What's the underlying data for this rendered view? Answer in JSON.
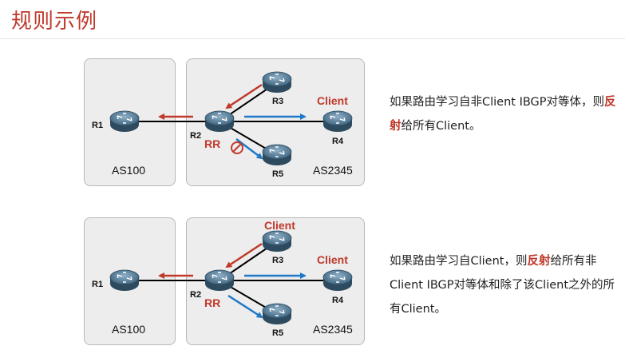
{
  "title": "规则示例",
  "colors": {
    "accent_red": "#c0392b",
    "arrow_blue": "#1f78c8",
    "box_bg": "#ededed"
  },
  "diagram1": {
    "routers": {
      "r1": "R1",
      "r2": "R2",
      "r3": "R3",
      "r4": "R4",
      "r5": "R5"
    },
    "rr_label": "RR",
    "r3_client_label": "",
    "r4_client_label": "Client",
    "as_left": "AS100",
    "as_right": "AS2345",
    "blocked_to_r5": true,
    "text_before": "如果路由学习自非Client IBGP对等体，则",
    "text_highlight": "反射",
    "text_after": "给所有Client。"
  },
  "diagram2": {
    "routers": {
      "r1": "R1",
      "r2": "R2",
      "r3": "R3",
      "r4": "R4",
      "r5": "R5"
    },
    "rr_label": "RR",
    "r3_client_label": "Client",
    "r4_client_label": "Client",
    "as_left": "AS100",
    "as_right": "AS2345",
    "blocked_to_r5": false,
    "text_before": "如果路由学习自Client，则",
    "text_highlight": "反射",
    "text_after": "给所有非Client IBGP对等体和除了该Client之外的所有Client。"
  }
}
